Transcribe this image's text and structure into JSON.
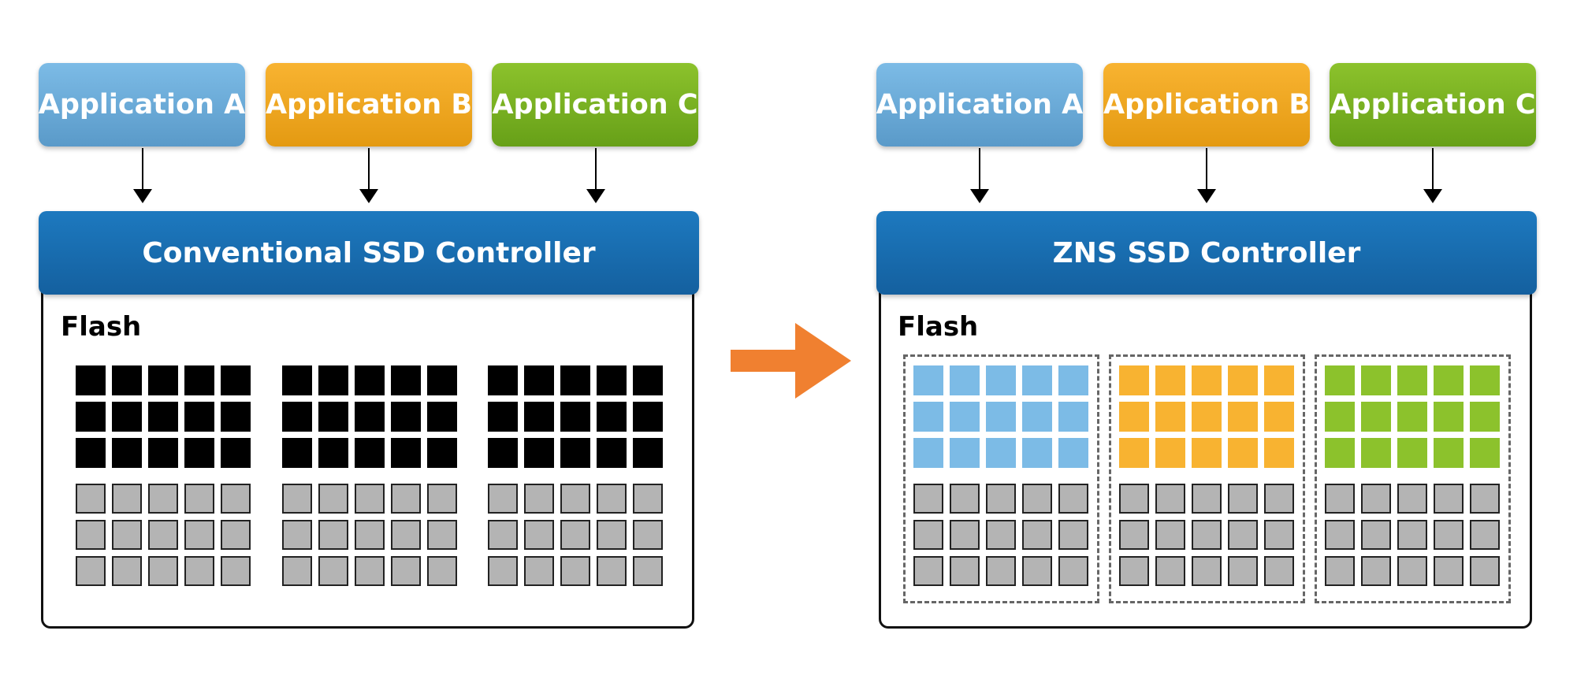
{
  "left": {
    "apps": [
      "Application A",
      "Application B",
      "Application C"
    ],
    "controller": "Conventional SSD Controller",
    "flash_label": "Flash"
  },
  "right": {
    "apps": [
      "Application A",
      "Application B",
      "Application C"
    ],
    "controller": "ZNS SSD Controller",
    "flash_label": "Flash"
  },
  "colors": {
    "app_a": "#7cbbe6",
    "app_b": "#f8b331",
    "app_c": "#8cc22c",
    "controller": "#1d79bf",
    "transition_arrow": "#f08030",
    "used_block_conventional": "#000000",
    "empty_block": "#b4b4b4"
  },
  "flash_grid": {
    "groups": 3,
    "columns_per_group": 5,
    "used_rows": 3,
    "empty_rows": 3
  }
}
